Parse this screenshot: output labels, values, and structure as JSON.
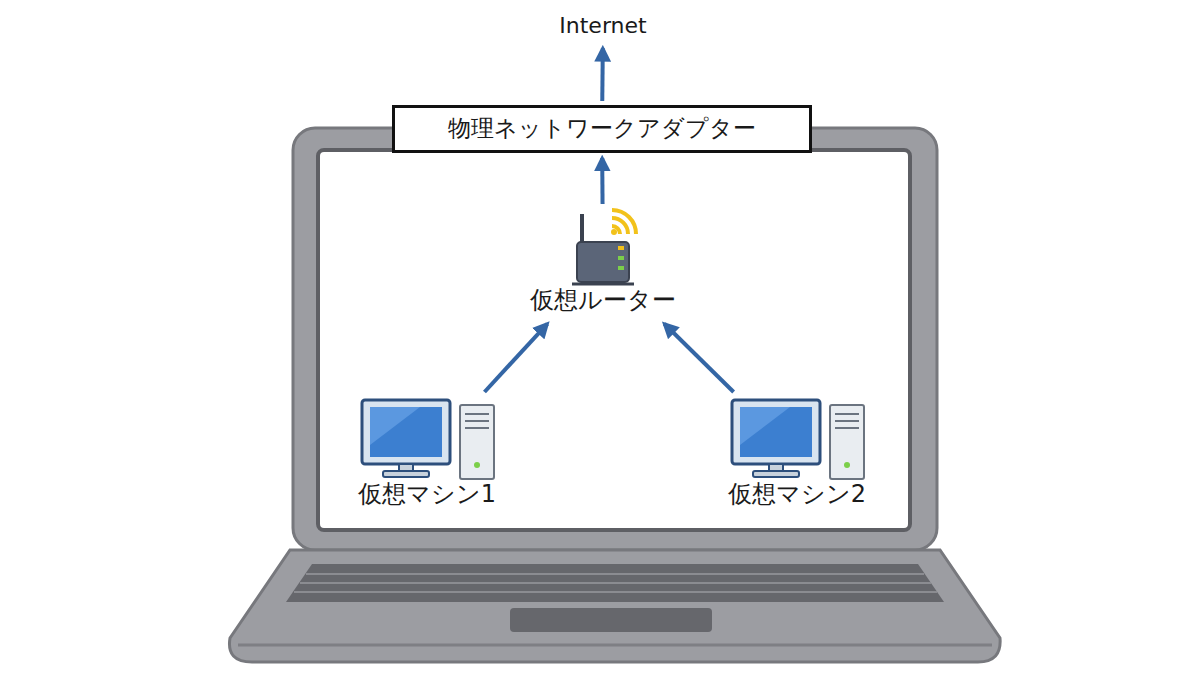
{
  "diagram": {
    "nodes": [
      {
        "text": [
          "Internet"
        ]
      },
      {
        "text": [
          "物理ネットワークアダプター"
        ]
      },
      {
        "text": [
          "仮想ルーター"
        ]
      },
      {
        "text": [
          "仮想マシン1"
        ]
      },
      {
        "text": [
          "仮想マシン2"
        ]
      }
    ],
    "edges": [
      {
        "from": 1,
        "to": 0,
        "arrow": "to"
      },
      {
        "from": 2,
        "to": 1,
        "arrow": "to"
      },
      {
        "from": 3,
        "to": 2,
        "arrow": "to"
      },
      {
        "from": 4,
        "to": 2,
        "arrow": "to"
      }
    ]
  }
}
